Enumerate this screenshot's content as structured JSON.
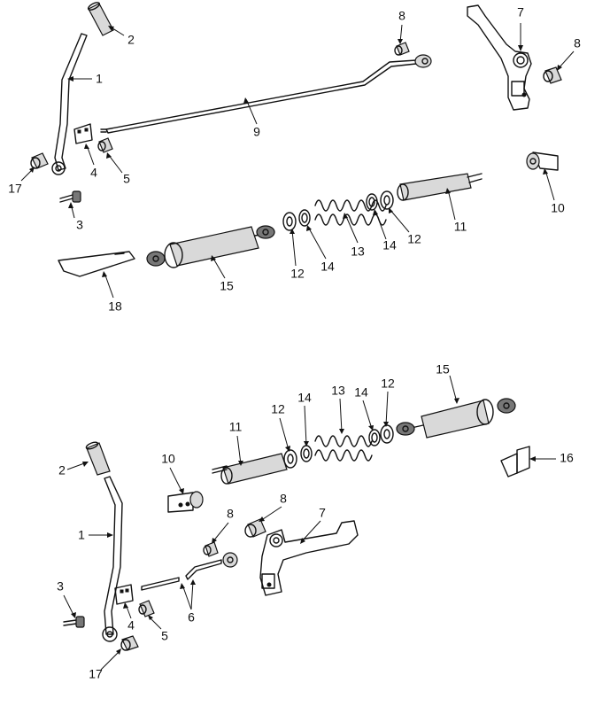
{
  "labels": {
    "top": {
      "l1": "1",
      "l2": "2",
      "l3": "3",
      "l4": "4",
      "l5": "5",
      "l7": "7",
      "l8a": "8",
      "l8b": "8",
      "l9": "9",
      "l10": "10",
      "l11": "11",
      "l12a": "12",
      "l12b": "12",
      "l13": "13",
      "l14a": "14",
      "l14b": "14",
      "l15": "15",
      "l17": "17",
      "l18": "18"
    },
    "bottom": {
      "l1": "1",
      "l2": "2",
      "l3": "3",
      "l4": "4",
      "l5": "5",
      "l6": "6",
      "l7": "7",
      "l8a": "8",
      "l8b": "8",
      "l10": "10",
      "l11": "11",
      "l12a": "12",
      "l12b": "12",
      "l13": "13",
      "l14a": "14",
      "l14b": "14",
      "l15": "15",
      "l16": "16",
      "l17": "17"
    }
  }
}
